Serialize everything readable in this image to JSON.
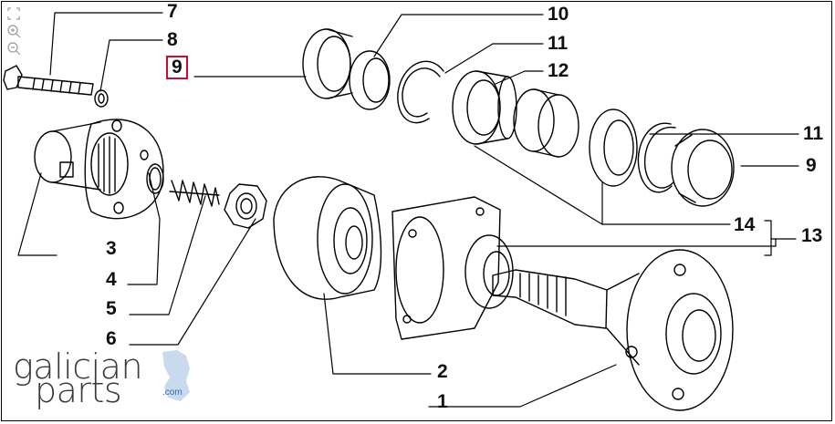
{
  "toolbar": {
    "buttons": [
      {
        "name": "fit-to-screen",
        "icon": "fit-screen-icon"
      },
      {
        "name": "zoom-in",
        "icon": "zoom-in-icon"
      },
      {
        "name": "zoom-out",
        "icon": "zoom-out-icon"
      }
    ]
  },
  "callouts": {
    "p1": "1",
    "p2": "2",
    "p3": "3",
    "p4": "4",
    "p5": "5",
    "p6": "6",
    "p7": "7",
    "p8": "8",
    "p9_selected": "9",
    "p9_right": "9",
    "p10": "10",
    "p11_top": "11",
    "p11_right": "11",
    "p12": "12",
    "p13": "13",
    "p14": "14"
  },
  "selected_part": "9",
  "colors": {
    "selection": "#c8102e",
    "line": "#000000",
    "brand_text": "#3a3a3a",
    "brand_accent": "#2e6db4",
    "brand_map": "#c9d9ee"
  },
  "brand": {
    "word1": "galician",
    "word2": "parts",
    "domain": ".com"
  }
}
